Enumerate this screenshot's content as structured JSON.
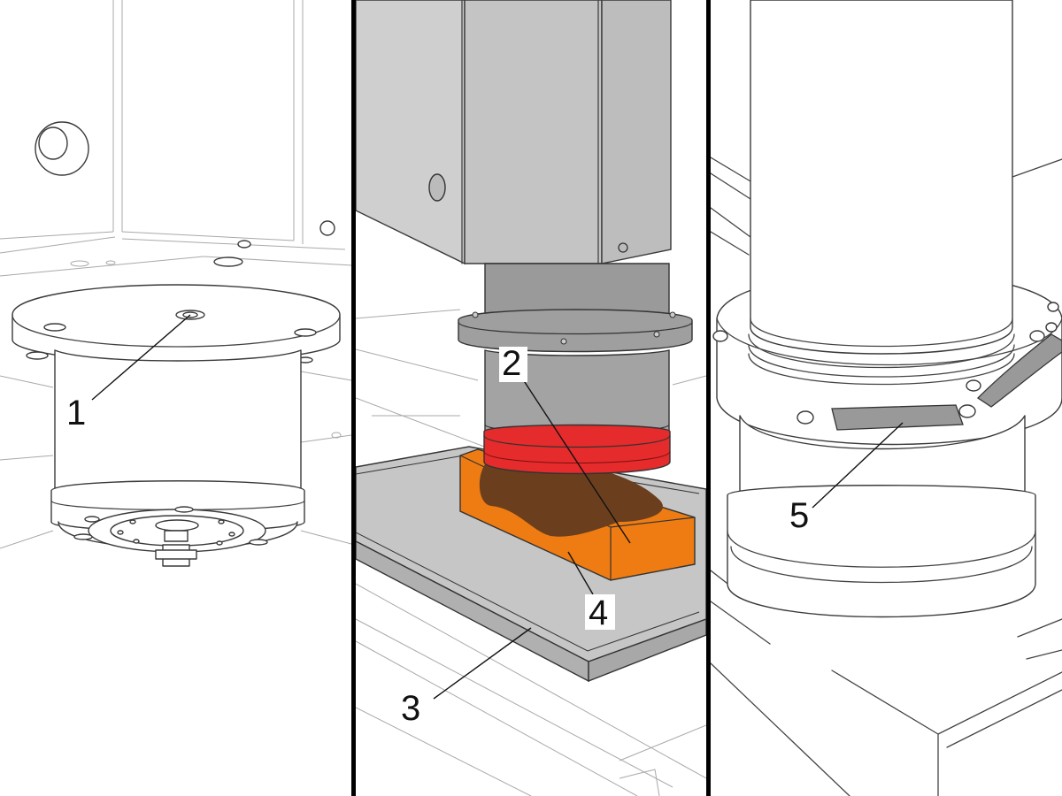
{
  "panels": [
    {
      "id": "panel-left"
    },
    {
      "id": "panel-middle"
    },
    {
      "id": "panel-right"
    }
  ],
  "callouts": [
    {
      "label": "1"
    },
    {
      "label": "2"
    },
    {
      "label": "3"
    },
    {
      "label": "4"
    },
    {
      "label": "5"
    }
  ],
  "colors": {
    "housing_gray": "#c8c8c8",
    "spindle_gray": "#9a9a9a",
    "seal_red": "#e52b2b",
    "part_orange": "#ee7c12",
    "contact_brown": "#6b3f1e",
    "table_gray": "#c6c6c6",
    "pad_gray": "#999999",
    "divider": "#000000"
  }
}
